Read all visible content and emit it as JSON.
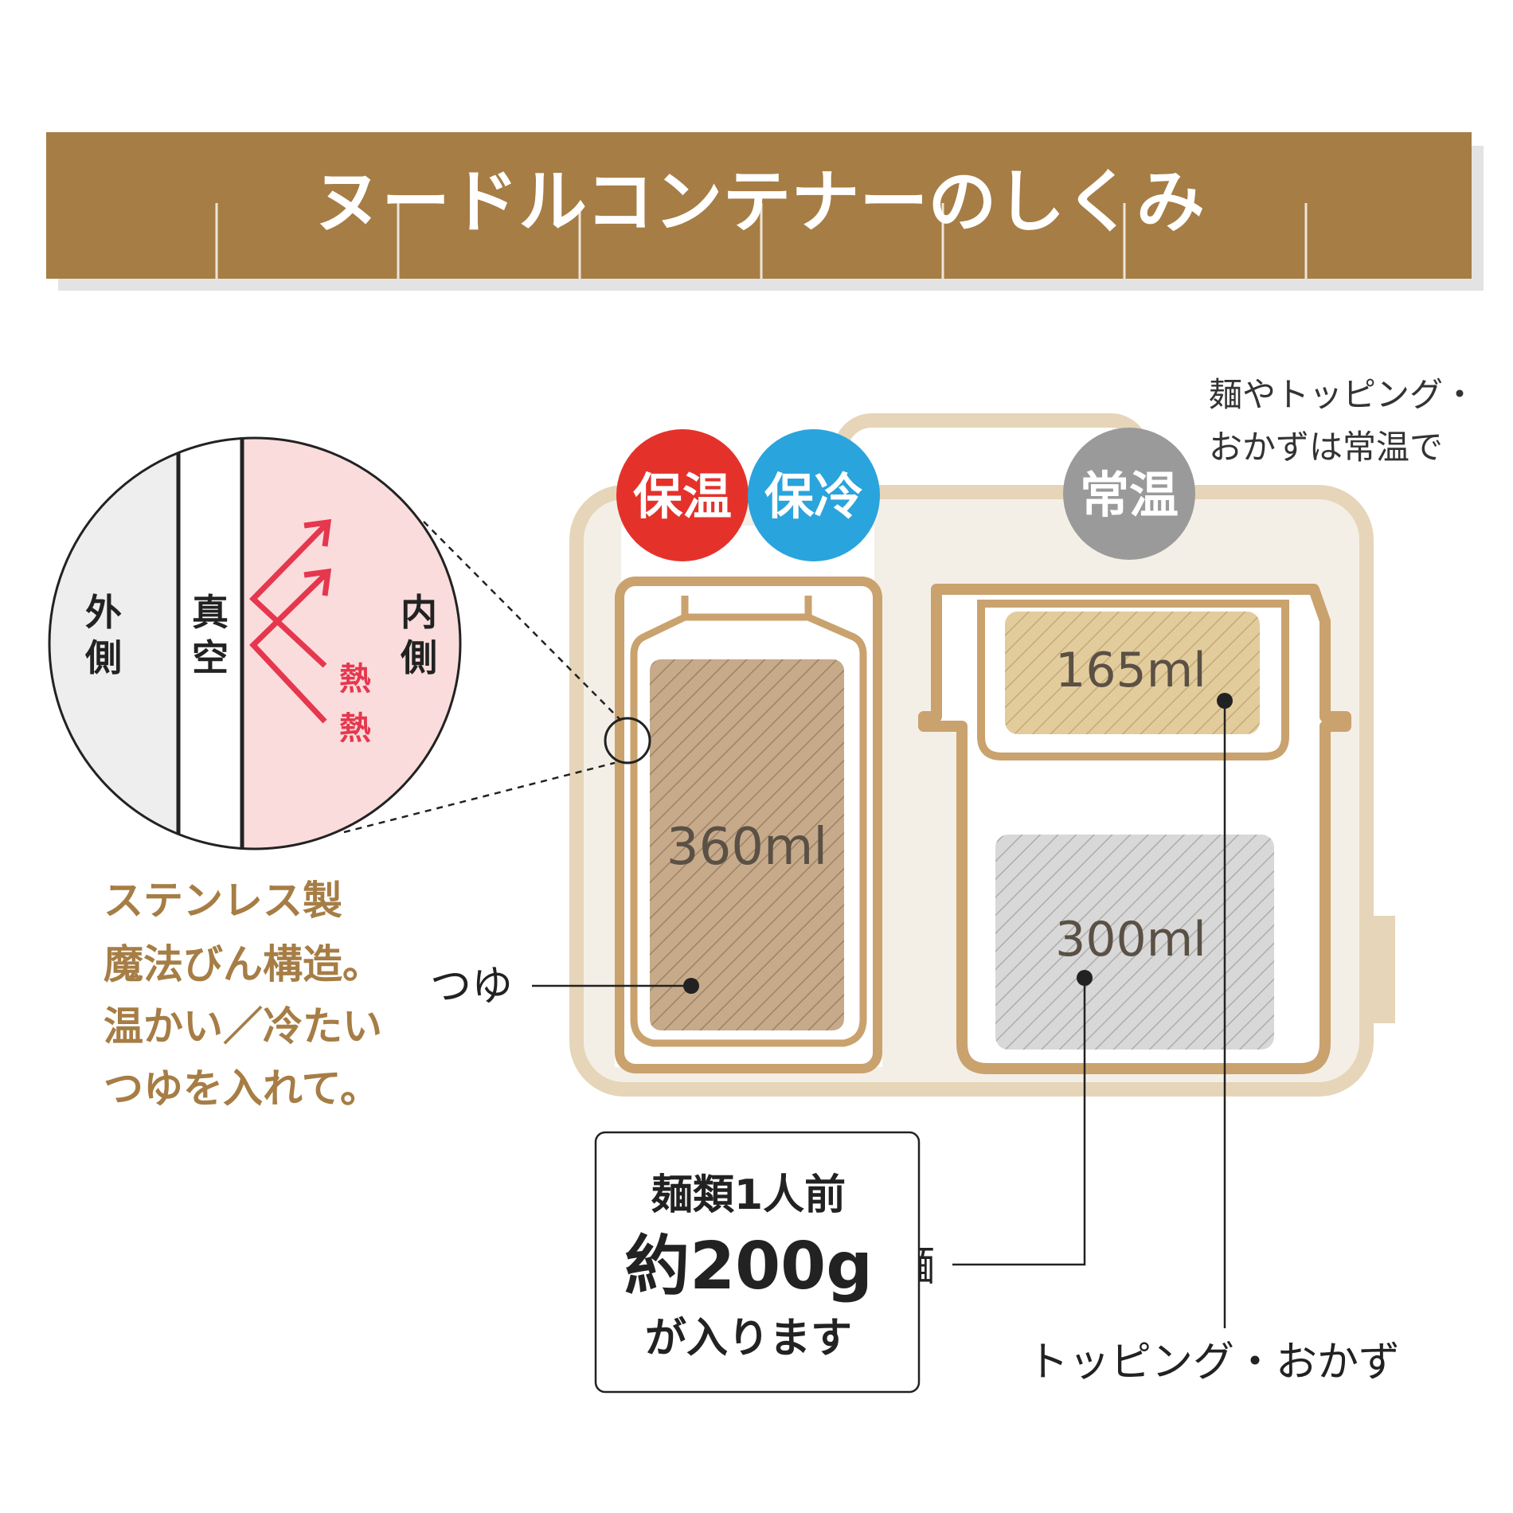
{
  "title": "ヌードルコンテナーのしくみ",
  "colors": {
    "banner": "#A67D45",
    "banner_shadow": "#E3E3E3",
    "container_outline": "#C9A26E",
    "container_fill": "#F4EFE6",
    "container_bg": "#E6D5B8",
    "soup_fill": "#C6AA8A",
    "topping_fill": "#E3CC9C",
    "noodle_fill": "#D5D5D5",
    "warm": "#E4322B",
    "cold": "#2AA4DC",
    "room": "#9A9A9A",
    "brown_text": "#A67D45",
    "heat": "#E5374E"
  },
  "badges": {
    "warm": "保温",
    "cold": "保冷",
    "room": "常温"
  },
  "room_note": {
    "line1": "麺やトッピング・",
    "line2": "おかずは常温で"
  },
  "detail": {
    "outside": [
      "外",
      "側"
    ],
    "vacuum": [
      "真",
      "空"
    ],
    "inside": [
      "内",
      "側"
    ],
    "heat": [
      "熱",
      "熱"
    ]
  },
  "description": {
    "line1": "ステンレス製",
    "line2": "魔法びん構造。",
    "line3": "温かい／冷たい",
    "line4": "つゆを入れて。"
  },
  "compartments": {
    "soup": {
      "volume": "360ml",
      "label": "つゆ"
    },
    "topping": {
      "volume": "165ml",
      "label": "トッピング・おかず"
    },
    "noodle": {
      "volume": "300ml",
      "label": "麺"
    }
  },
  "noodle_box": {
    "line1": "麺類1人前",
    "line2": "約200g",
    "line3": "が入ります"
  }
}
